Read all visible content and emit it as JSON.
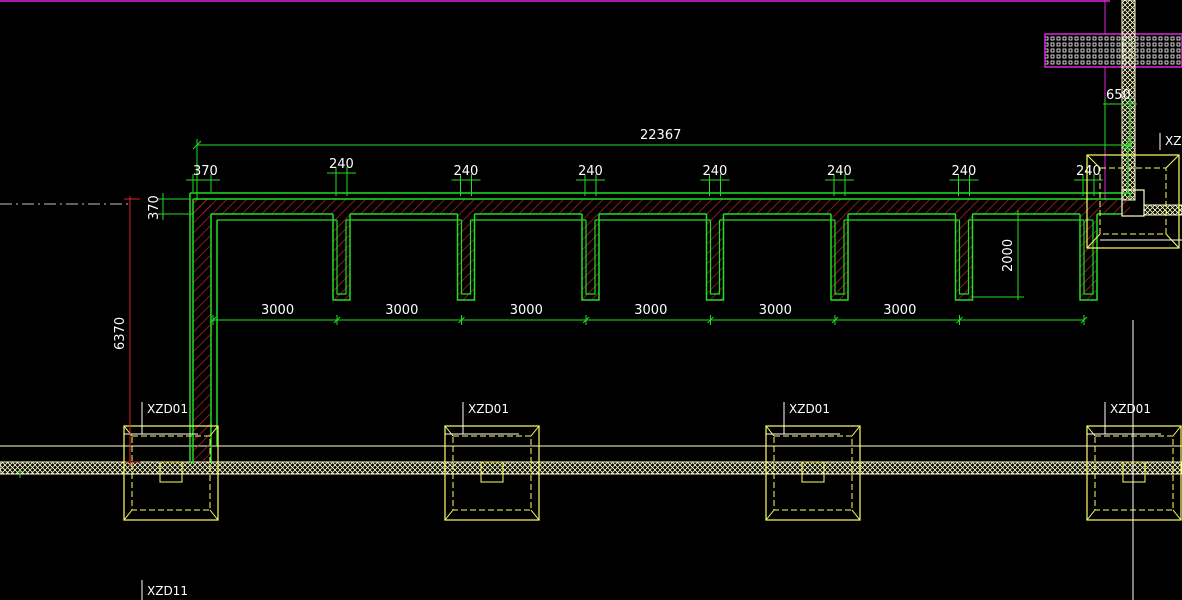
{
  "colors": {
    "background": "#000000",
    "wall_outline": "#22dd22",
    "wall_hatch": "#cc2222",
    "dimension": "#22dd22",
    "vertical_dim": "#dd2222",
    "footing": "#ffff66",
    "grade_beam": "#ffffcc",
    "boundary": "#dd22dd",
    "text": "#ffffff"
  },
  "dimensions": {
    "overall_length": "22367",
    "left_wall_thickness": "370",
    "top_wall_thickness": "370",
    "right_offset": "650",
    "buttress_width": "240",
    "buttress_spacing": "3000",
    "buttress_depth": "2000",
    "vertical_height": "6370"
  },
  "labels": {
    "footing_tag": "XZD01",
    "footing_tag_lower": "XZD11",
    "partial_tag": "XZ"
  },
  "buttress_count": 7,
  "spacing_count": 6,
  "footing_count": 4
}
